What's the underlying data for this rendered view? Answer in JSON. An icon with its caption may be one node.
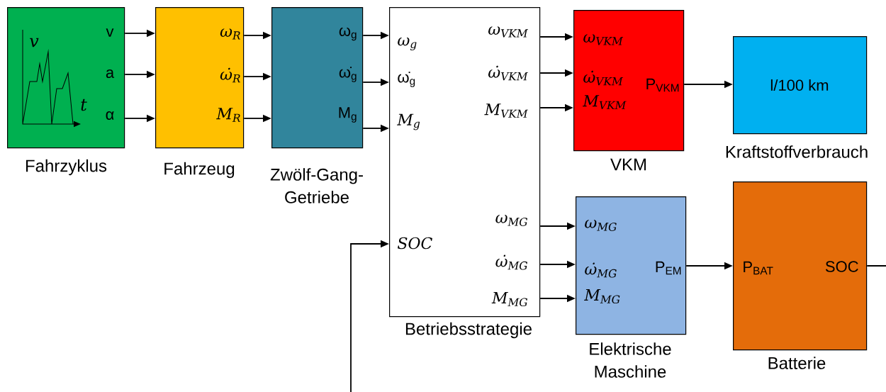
{
  "diagram": {
    "nodes": [
      {
        "text": [
          "v",
          "a",
          "α"
        ],
        "beside": [
          "Fahrzyklus"
        ]
      },
      {
        "text": [
          "ω$_{R}$",
          "ω̇$_{R}$",
          "M$_{R}$"
        ],
        "beside": [
          "Fahrzeug"
        ]
      },
      {
        "text": [
          "ω$_{g}$",
          "ω̇$_{g}$",
          "M$_{g}$"
        ],
        "beside": [
          "Zwölf-Gang-Getriebe"
        ]
      },
      {
        "text": [
          "ω$_{g}$",
          "ω̇$_{g}$",
          "M$_{g}$",
          "SOC",
          "ω$_{VKM}$",
          "ω̇$_{VKM}$",
          "M$_{VKM}$",
          "ω$_{MG}$",
          "ω̇$_{MG}$",
          "M$_{MG}$"
        ],
        "beside": [
          "Betriebsstrategie"
        ]
      },
      {
        "text": [
          "ω$_{VKM}$",
          "ω̇$_{VKM}$",
          "M$_{VKM}$",
          "P$_{VKM}$"
        ],
        "beside": [
          "VKM"
        ]
      },
      {
        "text": [
          "l/100 km"
        ],
        "beside": [
          "Kraftstoffverbrauch"
        ]
      },
      {
        "text": [
          "ω$_{MG}$",
          "ω̇$_{MG}$",
          "M$_{MG}$",
          "P$_{EM}$"
        ],
        "beside": [
          "Elektrische Maschine"
        ]
      },
      {
        "text": [
          "P$_{BAT}$",
          "SOC"
        ],
        "beside": [
          "Batterie"
        ]
      }
    ],
    "edges": [
      {
        "from": 0,
        "to": 1,
        "arrow": "to"
      },
      {
        "from": 0,
        "to": 1,
        "arrow": "to"
      },
      {
        "from": 0,
        "to": 1,
        "arrow": "to"
      },
      {
        "from": 1,
        "to": 2,
        "arrow": "to"
      },
      {
        "from": 1,
        "to": 2,
        "arrow": "to"
      },
      {
        "from": 1,
        "to": 2,
        "arrow": "to"
      },
      {
        "from": 2,
        "to": 3,
        "arrow": "to"
      },
      {
        "from": 2,
        "to": 3,
        "arrow": "to"
      },
      {
        "from": 2,
        "to": 3,
        "arrow": "to"
      },
      {
        "from": 3,
        "to": 4,
        "arrow": "to"
      },
      {
        "from": 3,
        "to": 4,
        "arrow": "to"
      },
      {
        "from": 3,
        "to": 4,
        "arrow": "to"
      },
      {
        "from": 4,
        "to": 5,
        "arrow": "to"
      },
      {
        "from": 3,
        "to": 6,
        "arrow": "to"
      },
      {
        "from": 3,
        "to": 6,
        "arrow": "to"
      },
      {
        "from": 3,
        "to": 6,
        "arrow": "to"
      },
      {
        "from": 6,
        "to": 7,
        "arrow": "to"
      },
      {
        "from": 7,
        "to": null,
        "arrow": "none"
      },
      {
        "from": null,
        "to": 3,
        "arrow": "to"
      }
    ],
    "labels": [
      "v",
      "t"
    ]
  }
}
